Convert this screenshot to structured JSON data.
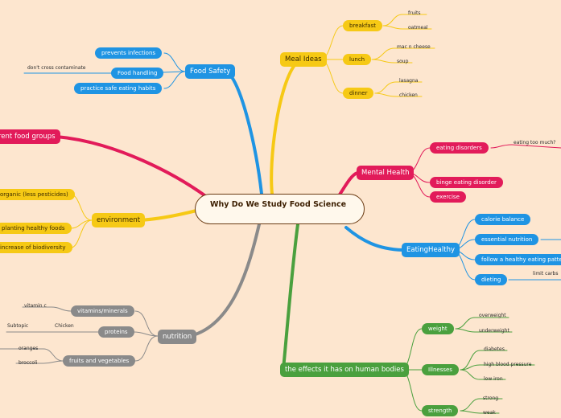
{
  "center": {
    "title": "Why Do We Study Food Science"
  },
  "colors": {
    "meal": "#f6c915",
    "safety": "#1f94e3",
    "groups": "#e21b5a",
    "environment": "#f6c915",
    "nutrition": "#8a8a8a",
    "mental": "#e21b5a",
    "eating": "#1f94e3",
    "effects": "#4aa03e",
    "background": "#fde6cf"
  },
  "branches": {
    "meal": {
      "label": "Meal Ideas",
      "children": [
        {
          "label": "breakfast",
          "leaves": [
            "fruits",
            "oatmeal"
          ]
        },
        {
          "label": "lunch",
          "leaves": [
            "mac n cheese",
            "soup"
          ]
        },
        {
          "label": "dinner",
          "leaves": [
            "lasagna",
            "chicken"
          ]
        }
      ]
    },
    "safety": {
      "label": "Food Safety",
      "children": [
        {
          "label": "prevents infections"
        },
        {
          "label": "Food handling",
          "leaf": "don't cross contaminate"
        },
        {
          "label": "practice safe eating habits"
        }
      ]
    },
    "groups": {
      "label": "rent food groups"
    },
    "environment": {
      "label": "environment",
      "children": [
        {
          "label": "organic (less pesticides)"
        },
        {
          "label": "planting healthy foods"
        },
        {
          "label": "increase of biodiversity"
        }
      ]
    },
    "nutrition": {
      "label": "nutrition",
      "children": [
        {
          "label": "vitamins/minerals",
          "leaves": [
            "vitamin c"
          ]
        },
        {
          "label": "proteins",
          "leaves": [
            "Chicken",
            "Subtopic"
          ]
        },
        {
          "label": "fruits and vegetables",
          "leaves": [
            "oranges",
            "broccoli"
          ]
        }
      ]
    },
    "mental": {
      "label": "Mental Health",
      "children": [
        {
          "label": "eating disorders",
          "leaf": "eating too much?"
        },
        {
          "label": "binge eating disorder"
        },
        {
          "label": "exercise"
        }
      ]
    },
    "eating": {
      "label": "EatingHealthy",
      "children": [
        {
          "label": "calorie balance"
        },
        {
          "label": "essential nutrition"
        },
        {
          "label": "follow a healthy eating patte"
        },
        {
          "label": "dieting",
          "leaf": "limit carbs"
        }
      ]
    },
    "effects": {
      "label": "the effects it has on human bodies",
      "children": [
        {
          "label": "weight",
          "leaves": [
            "overweight",
            "underweight"
          ]
        },
        {
          "label": "Illnesses",
          "leaves": [
            "diabetes",
            "high blood pressure",
            "low iron"
          ]
        },
        {
          "label": "strength",
          "leaves": [
            "strong",
            "weak"
          ]
        }
      ]
    }
  }
}
